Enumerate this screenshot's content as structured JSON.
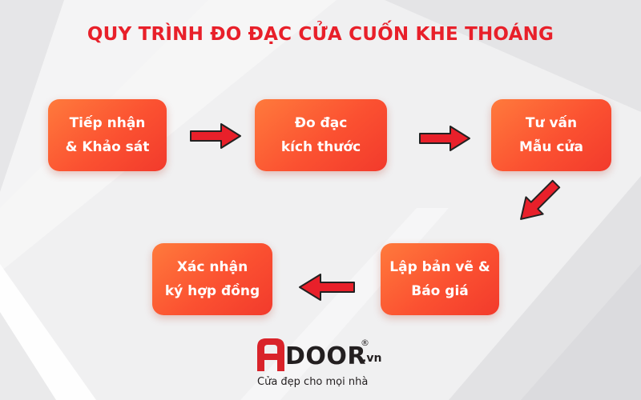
{
  "title": "QUY TRÌNH ĐO ĐẠC CỬA CUỐN KHE THOÁNG",
  "colors": {
    "title": "#e8202a",
    "box_start": "#ff7a3c",
    "box_end": "#f23a2c",
    "arrow": "#e8202a",
    "arrow_outline": "#222222",
    "logo_mark": "#d9232a"
  },
  "steps": [
    {
      "line1": "Tiếp nhận",
      "line2": "& Khảo sát"
    },
    {
      "line1": "Đo đạc",
      "line2": "kích thước"
    },
    {
      "line1": "Tư vấn",
      "line2": "Mẫu cửa"
    },
    {
      "line1": "Lập bản vẽ &",
      "line2": "Báo giá"
    },
    {
      "line1": "Xác nhận",
      "line2": "ký hợp đồng"
    }
  ],
  "flow": [
    {
      "from": 1,
      "to": 2,
      "direction": "right"
    },
    {
      "from": 2,
      "to": 3,
      "direction": "right"
    },
    {
      "from": 3,
      "to": 4,
      "direction": "down-left"
    },
    {
      "from": 4,
      "to": 5,
      "direction": "left"
    }
  ],
  "logo": {
    "mark_icon": "a-door-logo-icon",
    "word": "DOOR",
    "suffix": ".vn",
    "registered": "®",
    "slogan": "Cửa đẹp cho mọi nhà"
  }
}
